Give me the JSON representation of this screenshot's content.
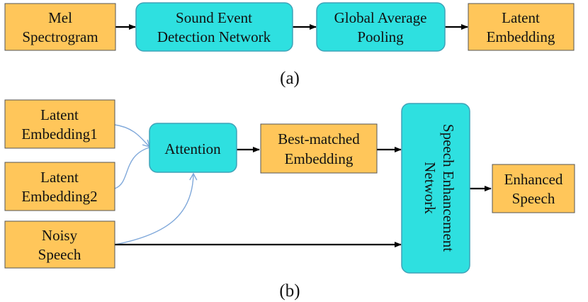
{
  "colors": {
    "data_box": "#FFC65A",
    "process_box": "#2EE0E0",
    "process_border": "#3FA3B8",
    "data_border": "#555555",
    "arrow": "#000000",
    "attention_curve": "#7FA8DA"
  },
  "panel_a": {
    "caption": "(a)",
    "mel": [
      "Mel",
      "Spectrogram"
    ],
    "sed": [
      "Sound Event",
      "Detection Network"
    ],
    "gap": [
      "Global Average",
      "Pooling"
    ],
    "latent": [
      "Latent",
      "Embedding"
    ]
  },
  "panel_b": {
    "caption": "(b)",
    "latent1": [
      "Latent",
      "Embedding1"
    ],
    "latent2": [
      "Latent",
      "Embedding2"
    ],
    "noisy": [
      "Noisy",
      "Speech"
    ],
    "attention": [
      "Attention"
    ],
    "best": [
      "Best-matched",
      "Embedding"
    ],
    "sen": [
      "Speech Enhancement",
      "Network"
    ],
    "enhanced": [
      "Enhanced",
      "Speech"
    ]
  }
}
